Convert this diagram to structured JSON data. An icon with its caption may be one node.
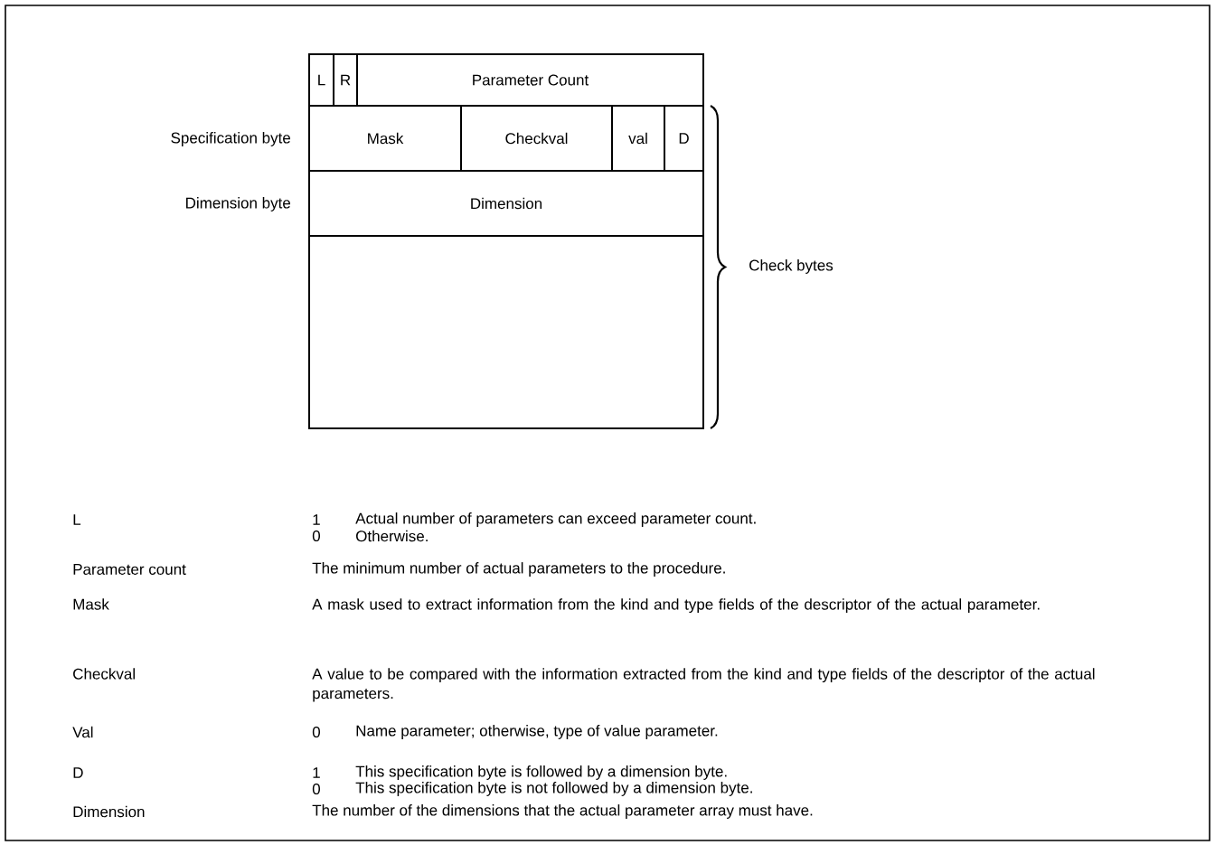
{
  "diagram": {
    "nodes": [
      {
        "text": [
          "L"
        ]
      },
      {
        "text": [
          "R"
        ]
      },
      {
        "text": [
          "Parameter Count"
        ]
      },
      {
        "text": [
          "Mask"
        ]
      },
      {
        "text": [
          "Checkval"
        ]
      },
      {
        "text": [
          "val"
        ]
      },
      {
        "text": [
          "D"
        ]
      },
      {
        "text": [
          "Dimension"
        ]
      },
      {
        "text": [],
        "shape": "box"
      }
    ],
    "labels": [
      "Specification byte",
      "Dimension byte",
      "Check bytes",
      "L",
      "1",
      "Actual number of parameters can exceed parameter count.",
      "0",
      "Otherwise.",
      "Parameter count",
      "The minimum number of actual parameters to the procedure.",
      "Mask",
      "A mask used to extract information from the kind and type fields of the descriptor of the actual parameter.",
      "Checkval",
      "A value to be compared with the information extracted from the kind and type fields of the descriptor of the actual parameters.",
      "Val",
      "0",
      "Name parameter; otherwise, type of value parameter.",
      "D",
      "1",
      "This specification byte is followed by a dimension byte.",
      "0",
      "This specification byte is not followed by a dimension byte.",
      "Dimension",
      "The number of the dimensions that the actual parameter array must have."
    ]
  }
}
